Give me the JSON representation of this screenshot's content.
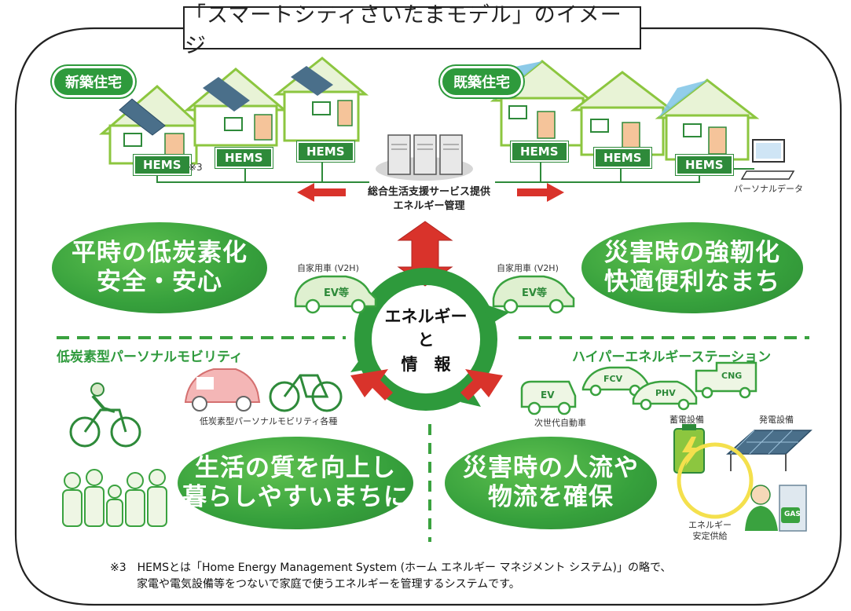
{
  "title": "「スマートシティさいたまモデル」のイメージ",
  "new_housing_label": "新築住宅",
  "existing_housing_label": "既築住宅",
  "hems_label": "HEMS",
  "hems_note_mark": "※3",
  "personal_data_label": "パーソナルデータ",
  "center_service_line1": "総合生活支援サービス提供",
  "center_service_line2": "エネルギー管理",
  "oval_top_left": [
    "平時の低炭素化",
    "安全・安心"
  ],
  "oval_top_right": [
    "災害時の強靭化",
    "快適便利なまち"
  ],
  "oval_bottom_left": [
    "生活の質を向上し",
    "暮らしやすいまちに"
  ],
  "oval_bottom_right": [
    "災害時の人流や",
    "物流を確保"
  ],
  "car_caption": "自家用車 (V2H)",
  "car_badge": "EV等",
  "cycle_center": [
    "エネルギー",
    "と",
    "情　報"
  ],
  "left_section_heading": "低炭素型パーソナルモビリティ",
  "left_section_caption": "低炭素型パーソナルモビリティ各種",
  "right_section_heading": "ハイパーエネルギーステーション",
  "vehicle_labels": {
    "ev": "EV",
    "fcv": "FCV",
    "phv": "PHV",
    "cng": "CNG"
  },
  "next_gen_vehicle_label": "次世代自動車",
  "storage_label": "蓄電設備",
  "generation_label": "発電設備",
  "stable_supply_label": [
    "エネルギー",
    "安定供給"
  ],
  "gas_label": "GAS",
  "footnote_line1": "※3　HEMSとは「Home Energy Management System (ホーム エネルギー マネジメント システム)」の略で、",
  "footnote_line2": "家電や電気設備等をつないで家庭で使うエネルギーを管理するシステムです。",
  "colors": {
    "green": "#2e9a3c",
    "light_green": "#8cc63f",
    "red": "#d9332b",
    "pale_green": "#e8f3d6"
  }
}
